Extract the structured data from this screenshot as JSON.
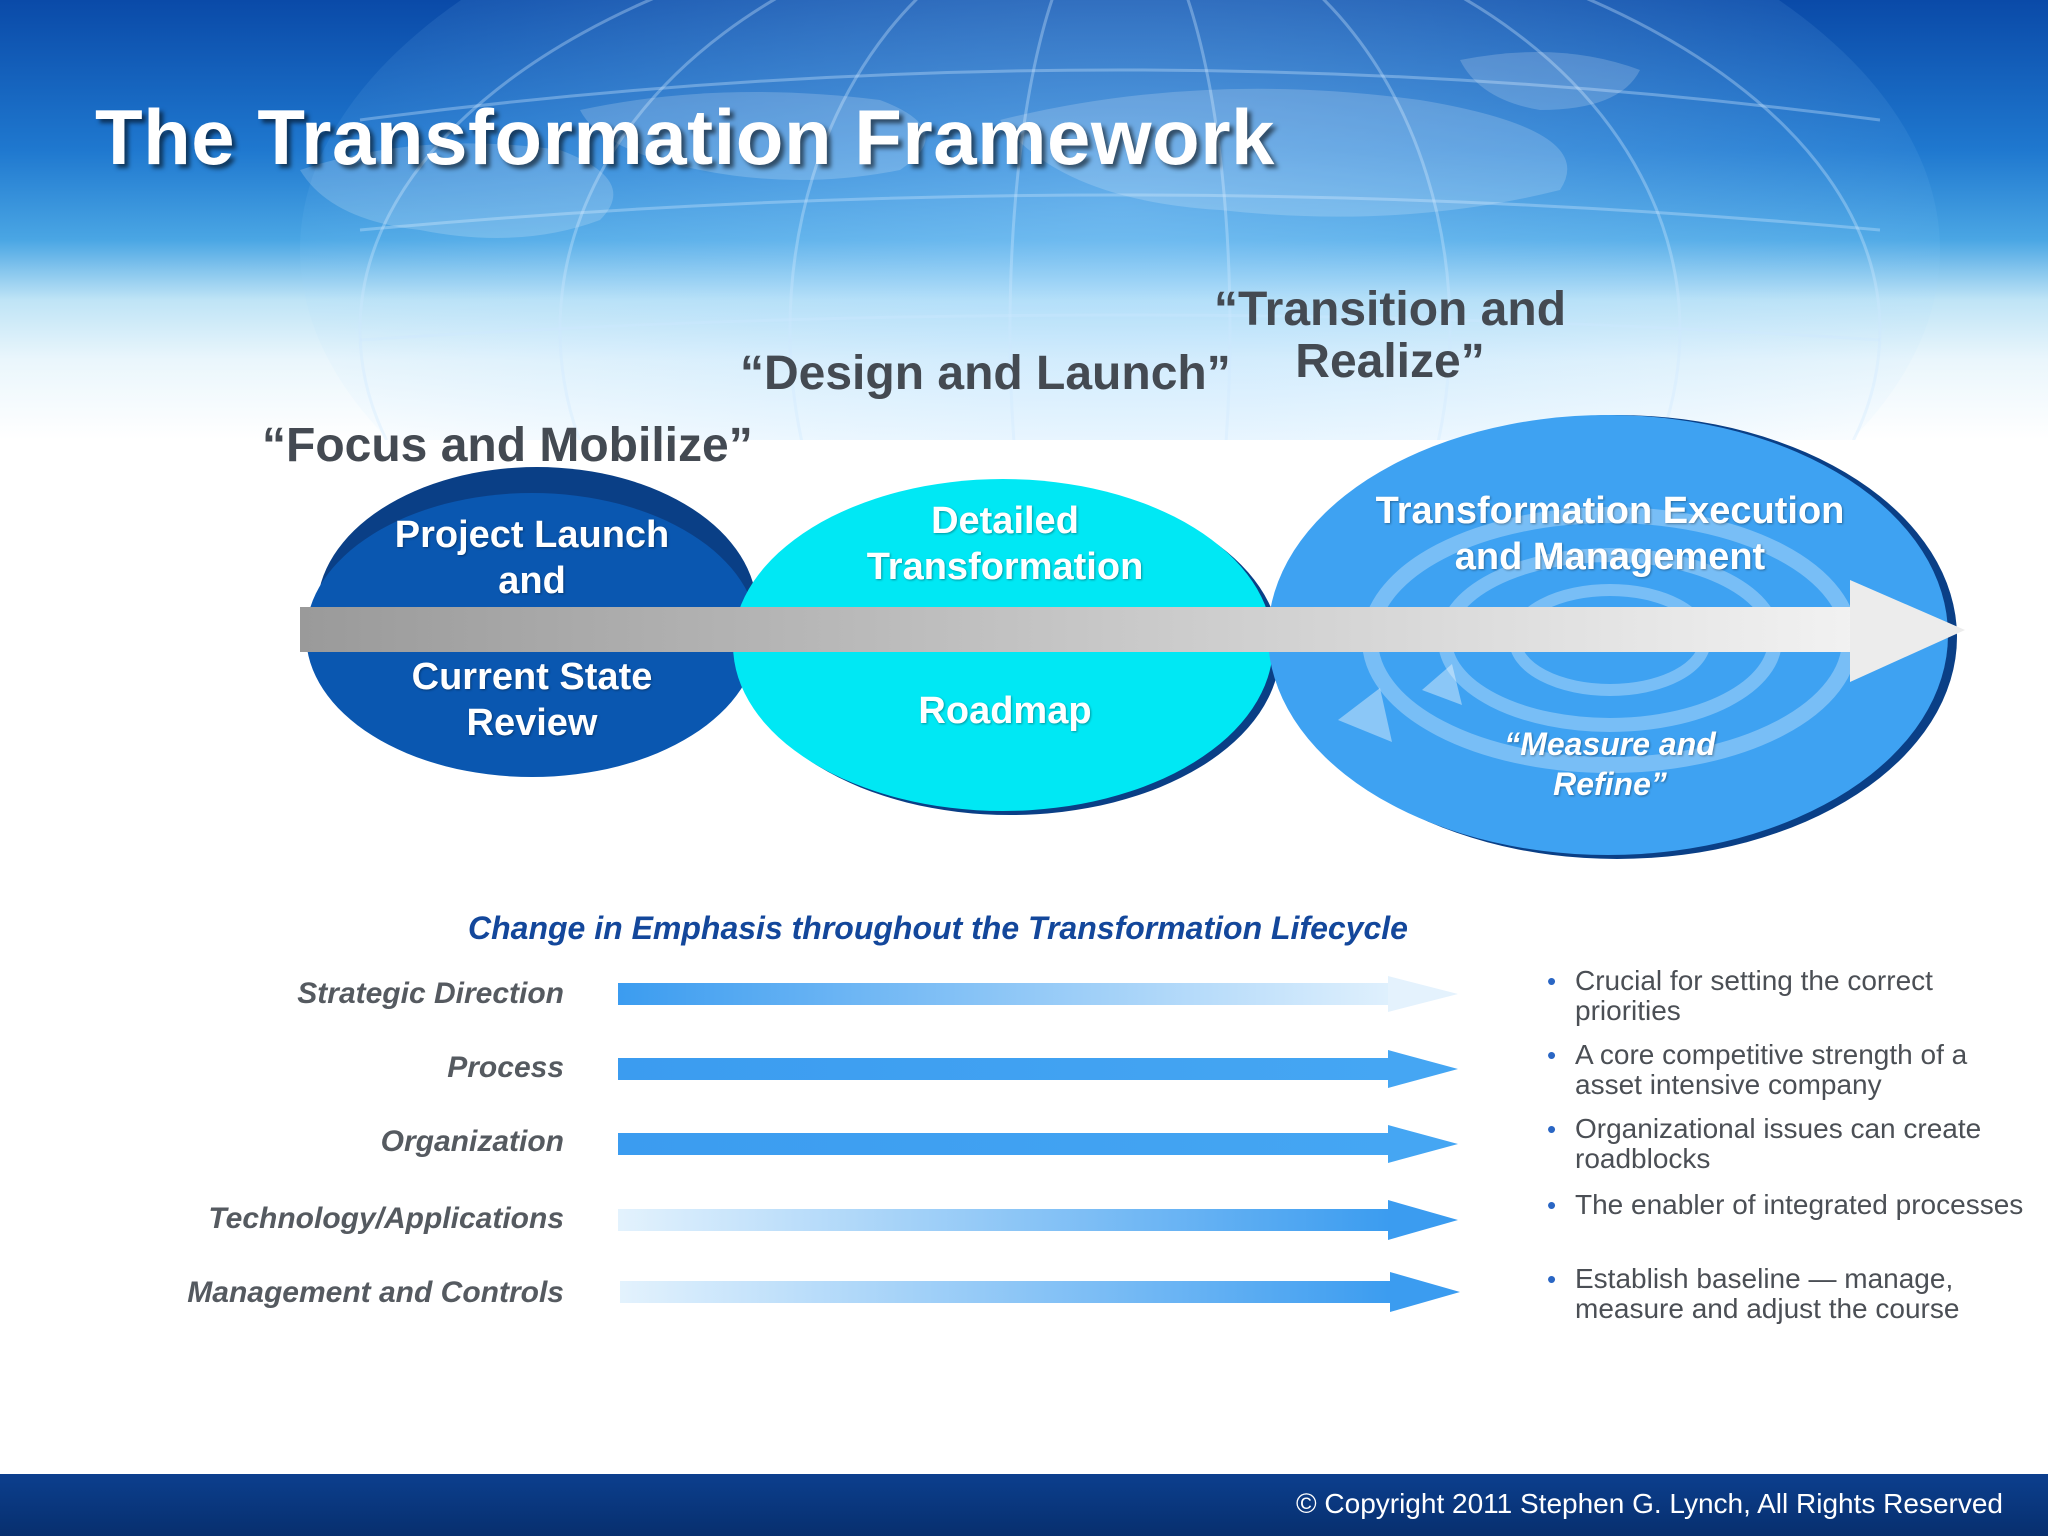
{
  "title": "The Transformation Framework",
  "phases": [
    {
      "heading": "“Focus and Mobilize”",
      "oval_top": "Project Launch and",
      "oval_bottom": "Current State Review",
      "color": "#0a57b0"
    },
    {
      "heading": "“Design and Launch”",
      "oval_top": "Detailed Transformation",
      "oval_bottom": "Roadmap",
      "color": "#00e8f4"
    },
    {
      "heading": "“Transition and Realize”",
      "oval_top": "Transformation Execution and Management",
      "oval_bottom": "“Measure and Refine”",
      "color": "#3ea2f2"
    }
  ],
  "emphasis": {
    "title": "Change in Emphasis throughout the Transformation Lifecycle",
    "rows": [
      {
        "label": "Strategic Direction",
        "note": "Crucial for setting the correct priorities"
      },
      {
        "label": "Process",
        "note": "A core competitive strength of a asset intensive company"
      },
      {
        "label": "Organization",
        "note": "Organizational issues can create roadblocks"
      },
      {
        "label": "Technology/Applications",
        "note": "The enabler of integrated processes"
      },
      {
        "label": "Management and Controls",
        "note": "Establish baseline — manage, measure and adjust the course"
      }
    ]
  },
  "footer": {
    "copyright": "© Copyright 2011 Stephen G. Lynch, All Rights Reserved"
  }
}
